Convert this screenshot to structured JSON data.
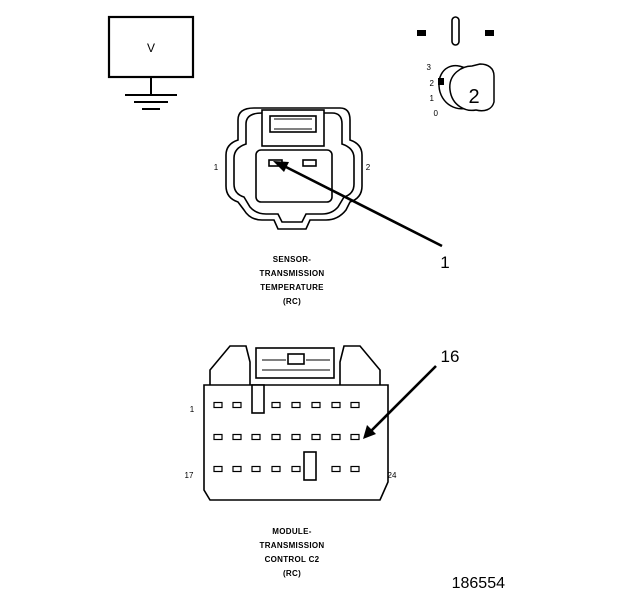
{
  "meter": {
    "symbol": "V"
  },
  "key_switch": {
    "positions": [
      "3",
      "2",
      "1",
      "0"
    ],
    "setting": "2"
  },
  "sensor_connector": {
    "caption": [
      "SENSOR-",
      "TRANSMISSION",
      "TEMPERATURE",
      "(RC)"
    ],
    "pin_left": "1",
    "pin_right": "2",
    "callout": "1"
  },
  "module_connector": {
    "caption": [
      "MODULE-",
      "TRANSMISSION",
      "CONTROL C2",
      "(RC)"
    ],
    "pin_top_left": "1",
    "pin_bottom_left": "17",
    "pin_bottom_right": "24",
    "callout": "16"
  },
  "figure_id": "186554"
}
